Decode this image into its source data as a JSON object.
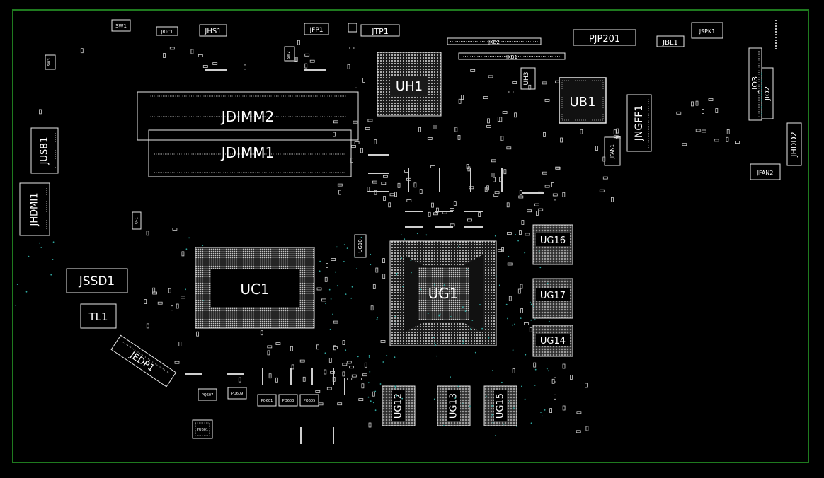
{
  "colors": {
    "background": "#000000",
    "board_outline": "#1f7a1f",
    "silkscreen": "#ffffff",
    "pads": "#cfcfcf",
    "test_points": "#2fa7a0"
  },
  "components": {
    "sw1": "SW1",
    "jrtc1": "JRTC1",
    "jhs1": "JHS1",
    "jfp1": "JFP1",
    "jtp1": "JTP1",
    "jkb2": "JKB2",
    "jkb1": "JKB1",
    "pjp201": "PJP201",
    "jbl1": "JBL1",
    "jspk1": "JSPK1",
    "sw3": "SW3",
    "sw2": "SW2",
    "uh1": "UH1",
    "uh3": "UH3",
    "ub1": "UB1",
    "jngff1": "JNGFF1",
    "jio3": "JIO3",
    "jio2": "JIO2",
    "jhdd2": "JHDD2",
    "jfan1": "JFAN1",
    "jfan2": "JFAN2",
    "jdimm2": "JDIMM2",
    "jdimm1": "JDIMM1",
    "jusb1": "JUSB1",
    "jhdmi1": "JHDMI1",
    "uf1": "UF1",
    "uc1": "UC1",
    "ug10": "UG10",
    "ug1": "UG1",
    "ug16": "UG16",
    "ug17": "UG17",
    "ug14": "UG14",
    "jssd1": "JSSD1",
    "tl1": "TL1",
    "jedp1": "JEDP1",
    "ug12": "UG12",
    "ug13": "UG13",
    "ug15": "UG15",
    "pq607": "PQ607",
    "pq609": "PQ609",
    "pq601": "PQ601",
    "pq603": "PQ603",
    "pq605": "PQ605",
    "pu601": "PU601"
  }
}
